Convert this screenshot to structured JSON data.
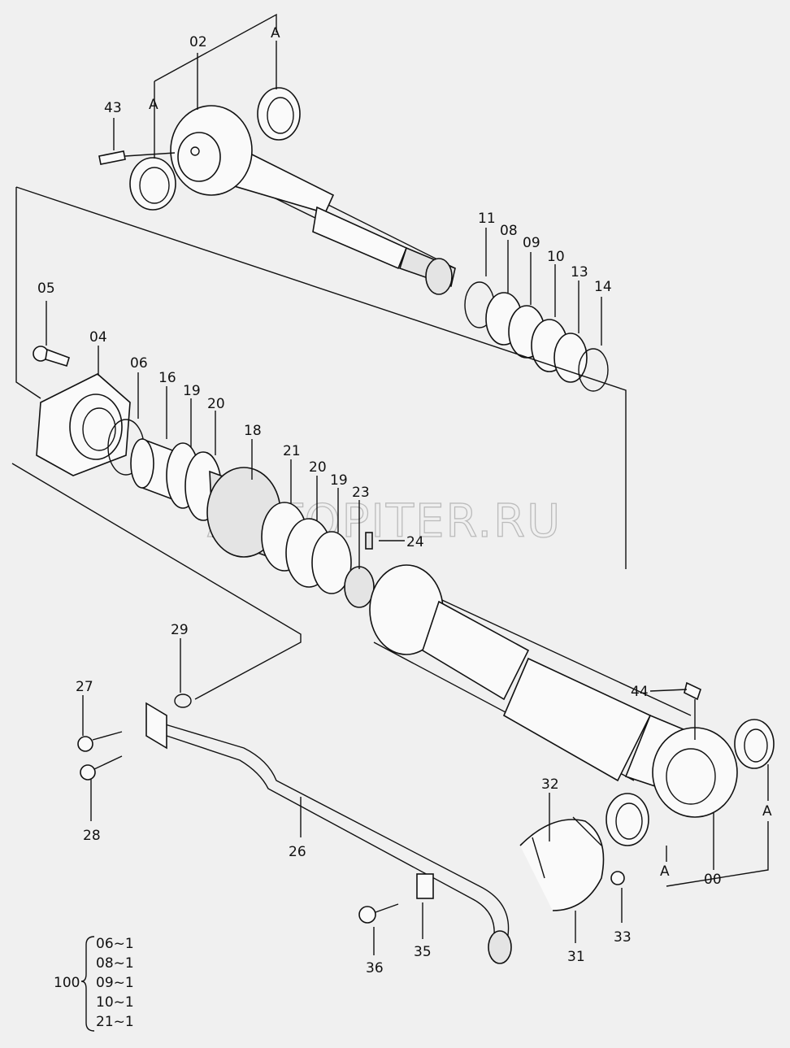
{
  "watermark": "AUTOPITER.RU",
  "callouts": {
    "p00": "00",
    "p02": "02",
    "p04": "04",
    "p05": "05",
    "p06": "06",
    "p08": "08",
    "p09": "09",
    "p10": "10",
    "p11": "11",
    "p13": "13",
    "p14": "14",
    "p16": "16",
    "p18": "18",
    "p19a": "19",
    "p19b": "19",
    "p20a": "20",
    "p20b": "20",
    "p21": "21",
    "p23": "23",
    "p24": "24",
    "p26": "26",
    "p27": "27",
    "p28": "28",
    "p29": "29",
    "p31": "31",
    "p32": "32",
    "p33": "33",
    "p35": "35",
    "p36": "36",
    "p43": "43",
    "p44": "44",
    "a1": "A",
    "a2": "A",
    "a3": "A",
    "a4": "A"
  },
  "seal_kit": {
    "number": "100",
    "items": [
      "06~1",
      "08~1",
      "09~1",
      "10~1",
      "21~1"
    ]
  }
}
